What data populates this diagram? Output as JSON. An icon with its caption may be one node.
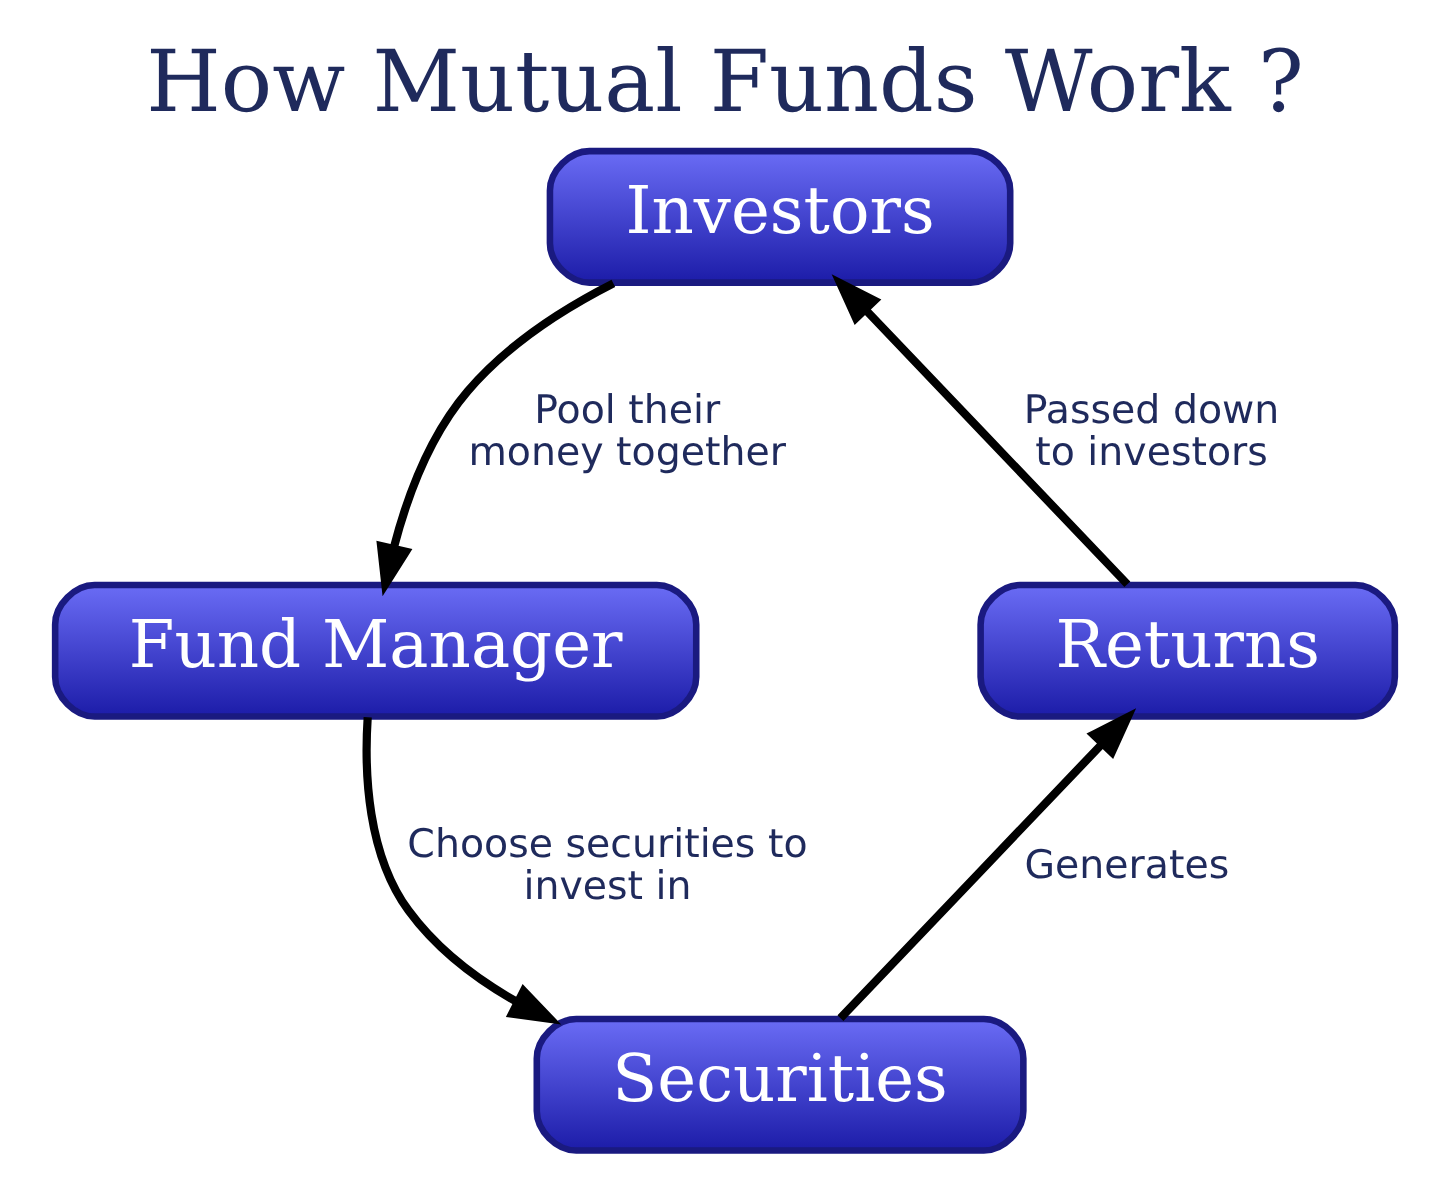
{
  "diagram": {
    "title": "How Mutual Funds Work ?",
    "nodes": [
      {
        "text": [
          "Investors"
        ]
      },
      {
        "text": [
          "Fund Manager"
        ]
      },
      {
        "text": [
          "Securities"
        ]
      },
      {
        "text": [
          "Returns"
        ]
      }
    ],
    "edges": [
      {
        "from": 0,
        "to": 1,
        "arrow": "to",
        "label": "Pool their money together"
      },
      {
        "from": 1,
        "to": 2,
        "arrow": "to",
        "label": "Choose securities to invest in"
      },
      {
        "from": 2,
        "to": 3,
        "arrow": "to",
        "label": "Generates"
      },
      {
        "from": 3,
        "to": 0,
        "arrow": "to",
        "label": "Passed down to investors"
      }
    ]
  }
}
